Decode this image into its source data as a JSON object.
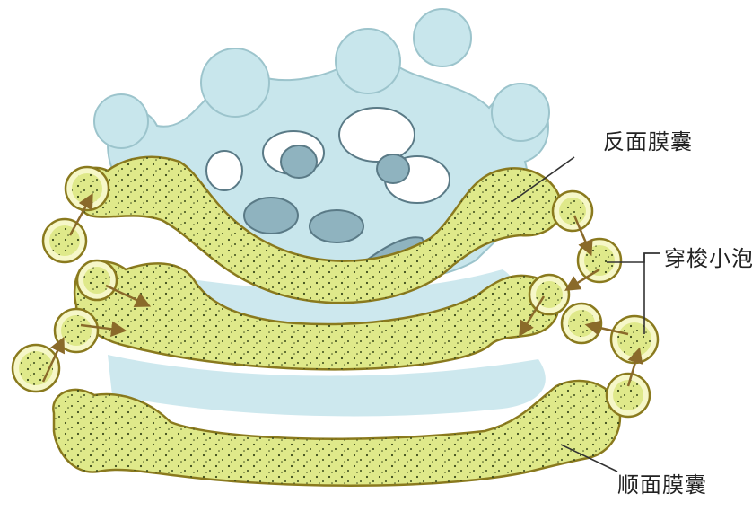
{
  "labels": {
    "trans_cisterna": "反面膜囊",
    "transport_vesicle": "穿梭小泡",
    "cis_cisterna": "顺面膜囊"
  },
  "colors": {
    "cistern_fill": "#dfe98a",
    "cistern_stroke": "#8a7a1e",
    "cistern_rim": "#f6f7c8",
    "vesicle_fill": "#c8e6ec",
    "vesicle_stroke": "#9cc4cc",
    "inclusion_fill": "#8fb3bf",
    "inclusion_stroke": "#5a7a86",
    "arrow": "#8a6a2a",
    "leader_line": "#333333"
  }
}
